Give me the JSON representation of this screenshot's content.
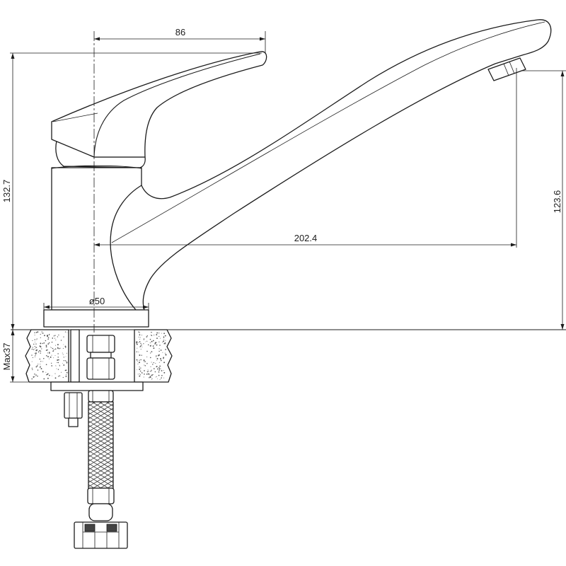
{
  "dimensions": {
    "handle_length": "86",
    "overall_height": "132.7",
    "spout_outlet_height": "123.6",
    "spout_reach": "202.4",
    "base_diameter": "ø50",
    "max_countertop_thickness": "Max37"
  },
  "colors": {
    "line": "#1c1c1c",
    "background": "#ffffff"
  }
}
